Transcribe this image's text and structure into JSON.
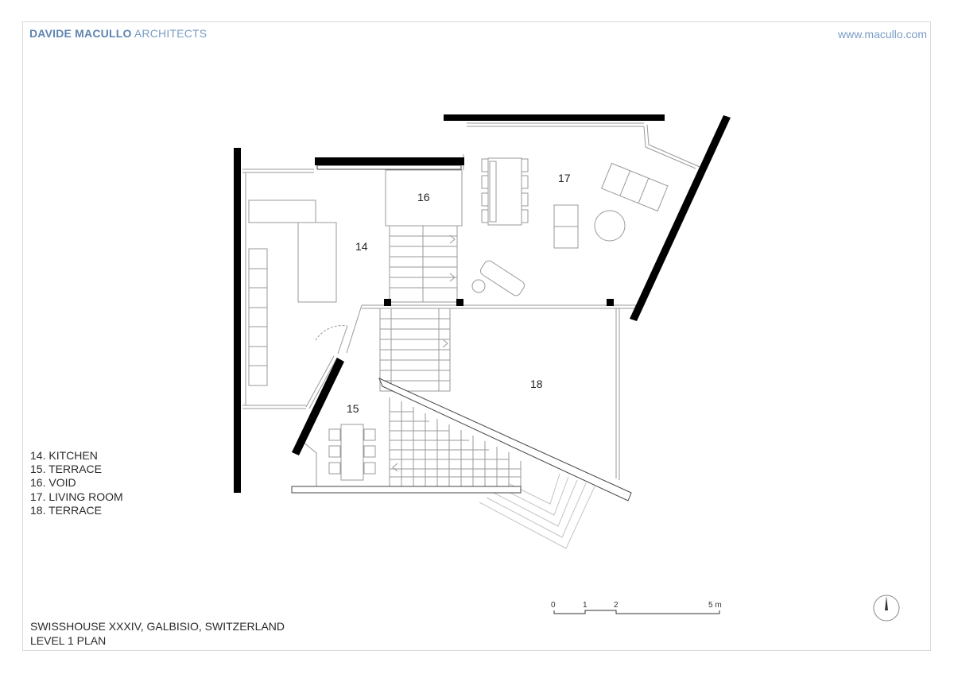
{
  "header": {
    "firm_bold": "DAVIDE MACULLO",
    "firm_light": "ARCHITECTS",
    "website": "www.macullo.com"
  },
  "rooms": {
    "r14": "14",
    "r15": "15",
    "r16": "16",
    "r17": "17",
    "r18": "18"
  },
  "legend": [
    "14. KITCHEN",
    "15. TERRACE",
    "16. VOID",
    "17. LIVING ROOM",
    "18. TERRACE"
  ],
  "scale_bar": {
    "t0": "0",
    "t1": "1",
    "t2": "2",
    "t5": "5 m"
  },
  "caption": {
    "project": "SWISSHOUSE XXXIV, GALBISIO, SWITZERLAND",
    "drawing": "LEVEL 1 PLAN"
  },
  "north_arrow": "north-arrow-icon",
  "colors": {
    "brand": "#5f84b1",
    "wall": "#000000",
    "line": "#9a9a9a"
  }
}
